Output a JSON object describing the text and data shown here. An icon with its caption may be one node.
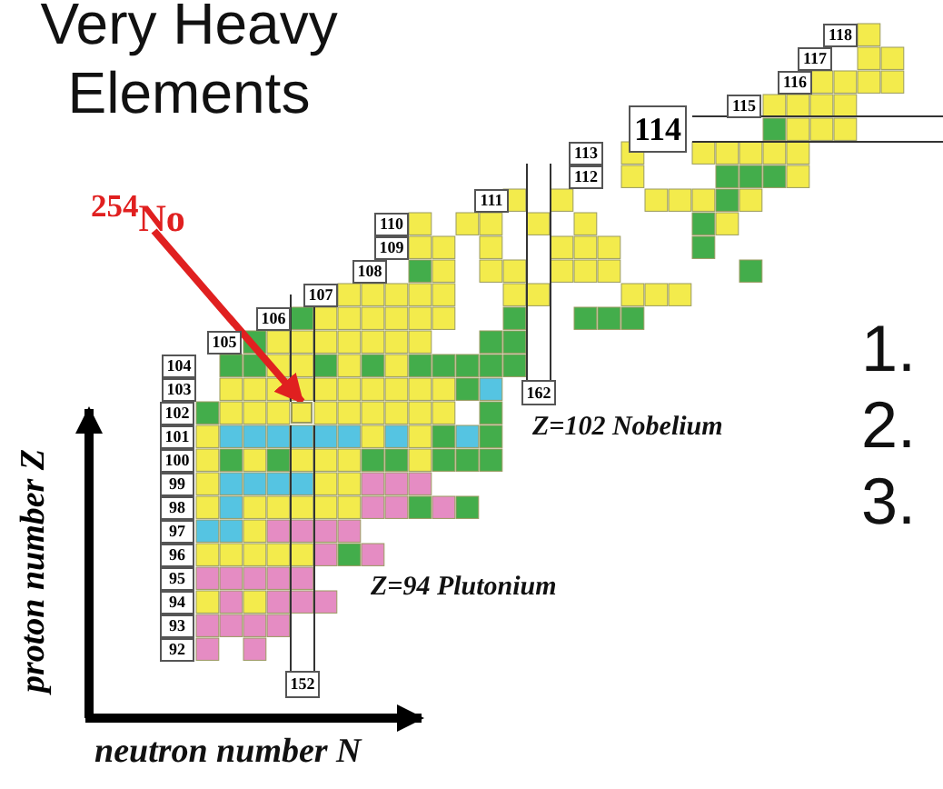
{
  "diagram": {
    "title": "Very Heavy Elements",
    "nodes": [
      {
        "text": [
          "$^{254}$No"
        ]
      },
      {
        "text": [],
        "shape": "box"
      }
    ],
    "edges": [
      {
        "from": 0,
        "to": 1,
        "arrow": "to"
      }
    ],
    "labels": [
      "118",
      "117",
      "116",
      "115",
      "114",
      "113",
      "112",
      "111",
      "110",
      "109",
      "108",
      "107",
      "106",
      "105",
      "104",
      "103",
      "102",
      "101",
      "100",
      "99",
      "98",
      "97",
      "96",
      "95",
      "94",
      "93",
      "92",
      "162",
      "Z=102 Nobelium",
      "1.",
      "2.",
      "3.",
      "Z=94 Plutonium",
      "152",
      "proton number Z",
      "neutron number N"
    ]
  }
}
